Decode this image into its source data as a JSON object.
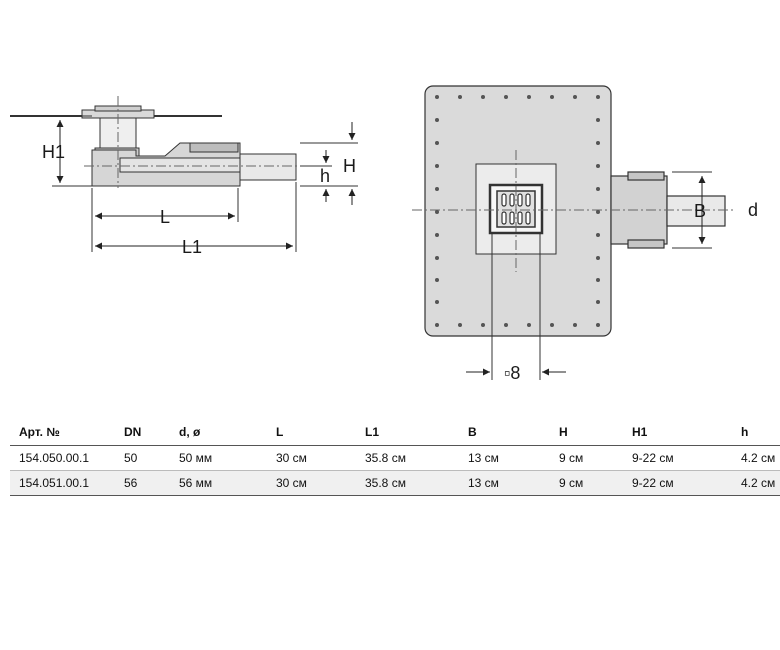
{
  "labels": {
    "side_h1": "H1",
    "side_h_upper": "H",
    "side_h_lower": "h",
    "side_l": "L",
    "side_l1": "L1",
    "top_b": "B",
    "top_d": "d",
    "top_grate": "▫8"
  },
  "table": {
    "headers": [
      "Арт. №",
      "DN",
      "d, ø",
      "L",
      "L1",
      "B",
      "H",
      "H1",
      "h"
    ],
    "rows": [
      [
        "154.050.00.1",
        "50",
        "50 мм",
        "30 см",
        "35.8 см",
        "13 см",
        "9 см",
        "9-22 см",
        "4.2 см"
      ],
      [
        "154.051.00.1",
        "56",
        "56 мм",
        "30 см",
        "35.8 см",
        "13 см",
        "9 см",
        "9-22 см",
        "4.2 см"
      ]
    ]
  }
}
